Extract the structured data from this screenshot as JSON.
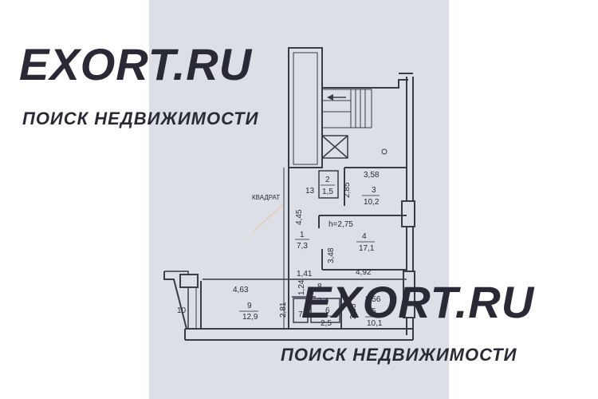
{
  "watermark": {
    "brand": "EXORT.RU",
    "tagline": "ПОИСК НЕДВИЖИМОСТИ",
    "center_mark": "КВАДРАТ"
  },
  "colors": {
    "paper": "#dcdfe6",
    "lines": "#3a3a48",
    "watermark": "#ffffff",
    "center_mark": "#f0b070"
  },
  "rooms": [
    {
      "id": "13",
      "number": "13"
    },
    {
      "id": "2",
      "number": "2",
      "area": "1,5"
    },
    {
      "id": "3",
      "number": "3",
      "area": "10,2"
    },
    {
      "id": "1",
      "number": "1",
      "area": "7,3"
    },
    {
      "id": "4",
      "number": "4",
      "area": "17,1"
    },
    {
      "id": "8",
      "number": "8"
    },
    {
      "id": "9",
      "number": "9",
      "area": "12,9"
    },
    {
      "id": "10",
      "number": "10"
    },
    {
      "id": "7",
      "number": "7"
    },
    {
      "id": "6",
      "number": "6",
      "area": "2,5"
    },
    {
      "id": "5",
      "number": "5",
      "area": "10,1"
    }
  ],
  "dimensions": {
    "room3_width": "3,58",
    "room3_depth": "2,85",
    "hall_length": "4,45",
    "ceiling_height": "h=2,75",
    "room4_depth": "3,48",
    "room4_width": "4,92",
    "corridor_width": "1,41",
    "room9_width": "4,63",
    "room9_depth": "2,81",
    "bath_width": "3,4",
    "room5_width": "3,56",
    "room5_depth": "2,85",
    "small_dim": "1,24"
  }
}
